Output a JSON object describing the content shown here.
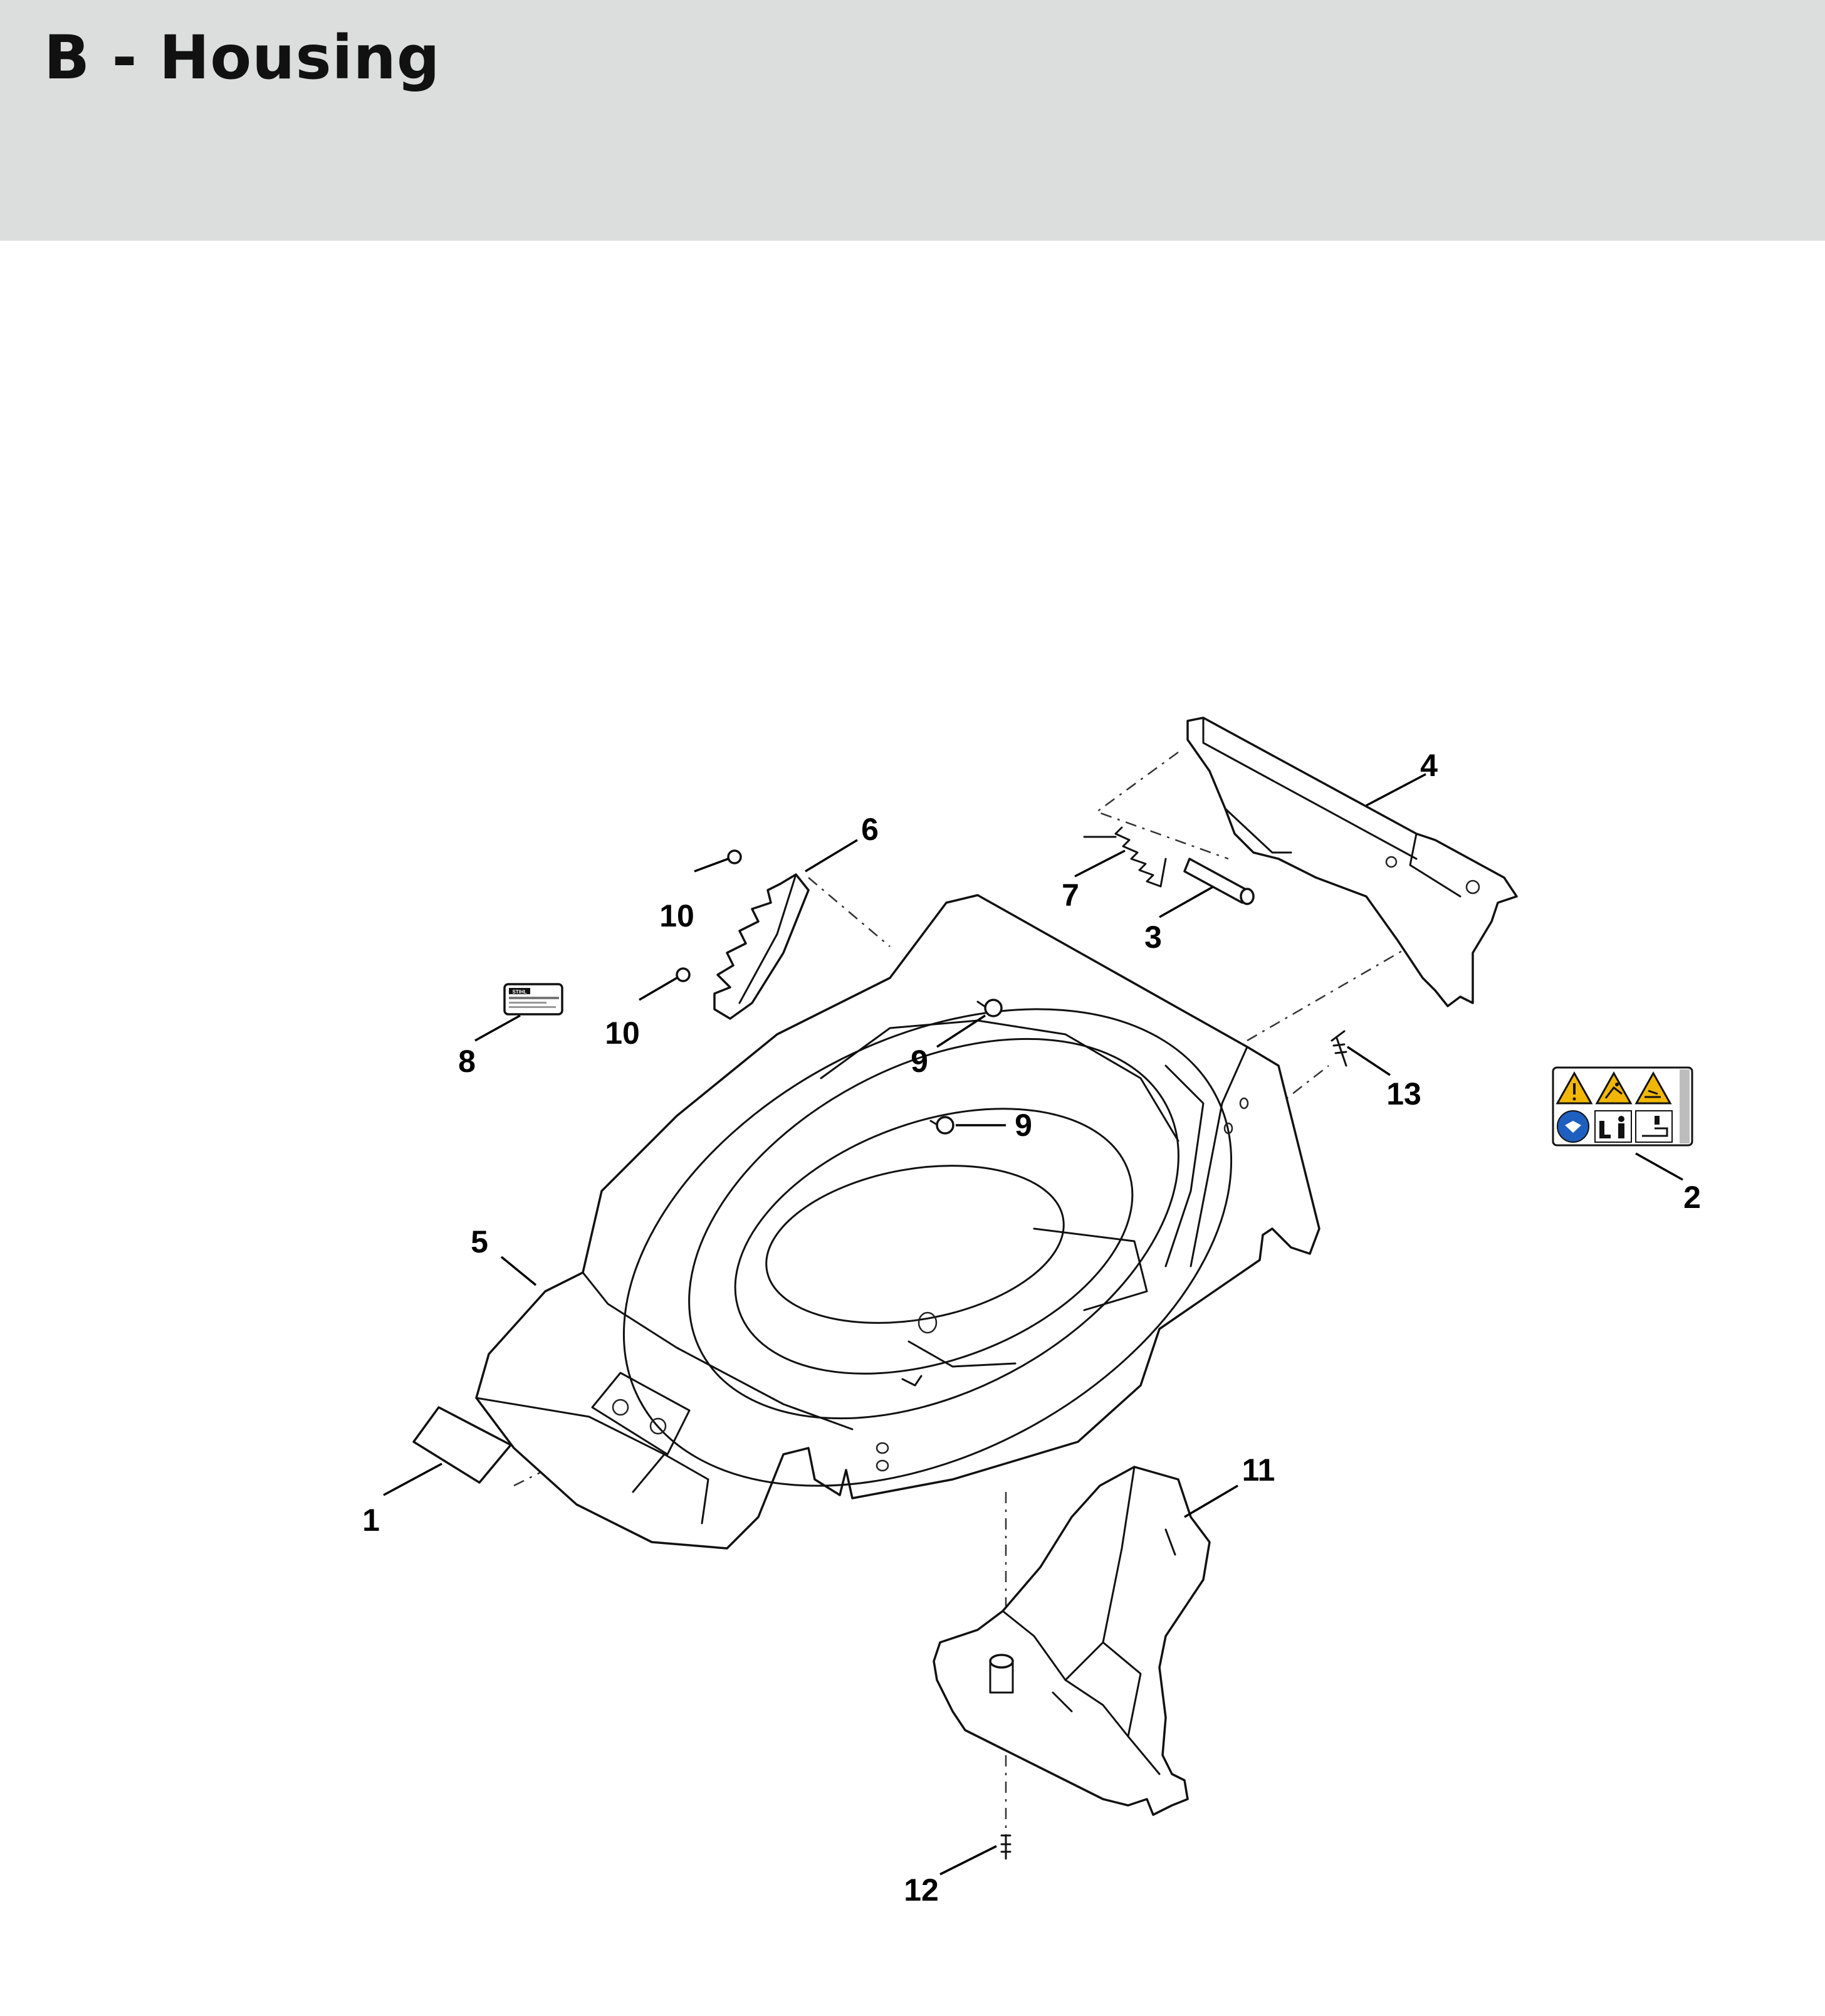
{
  "header": {
    "title": "B - Housing"
  },
  "diagram": {
    "callouts": [
      {
        "id": "c1",
        "label": "1"
      },
      {
        "id": "c2",
        "label": "2"
      },
      {
        "id": "c3",
        "label": "3"
      },
      {
        "id": "c4",
        "label": "4"
      },
      {
        "id": "c5",
        "label": "5"
      },
      {
        "id": "c6",
        "label": "6"
      },
      {
        "id": "c7",
        "label": "7"
      },
      {
        "id": "c8",
        "label": "8"
      },
      {
        "id": "c9a",
        "label": "9"
      },
      {
        "id": "c9b",
        "label": "9"
      },
      {
        "id": "c10a",
        "label": "10"
      },
      {
        "id": "c10b",
        "label": "10"
      },
      {
        "id": "c11",
        "label": "11"
      },
      {
        "id": "c12",
        "label": "12"
      },
      {
        "id": "c13",
        "label": "13"
      }
    ],
    "label_brand": "STIHL",
    "colors": {
      "warning": "#f2b705",
      "mandatory": "#1f5fbf",
      "header": "#dcdedd"
    },
    "warning_icons": [
      "warning-triangle-icon",
      "thrown-object-icon",
      "blade-hazard-icon",
      "read-manual-icon",
      "keep-distance-icon",
      "disconnect-plug-icon"
    ]
  }
}
